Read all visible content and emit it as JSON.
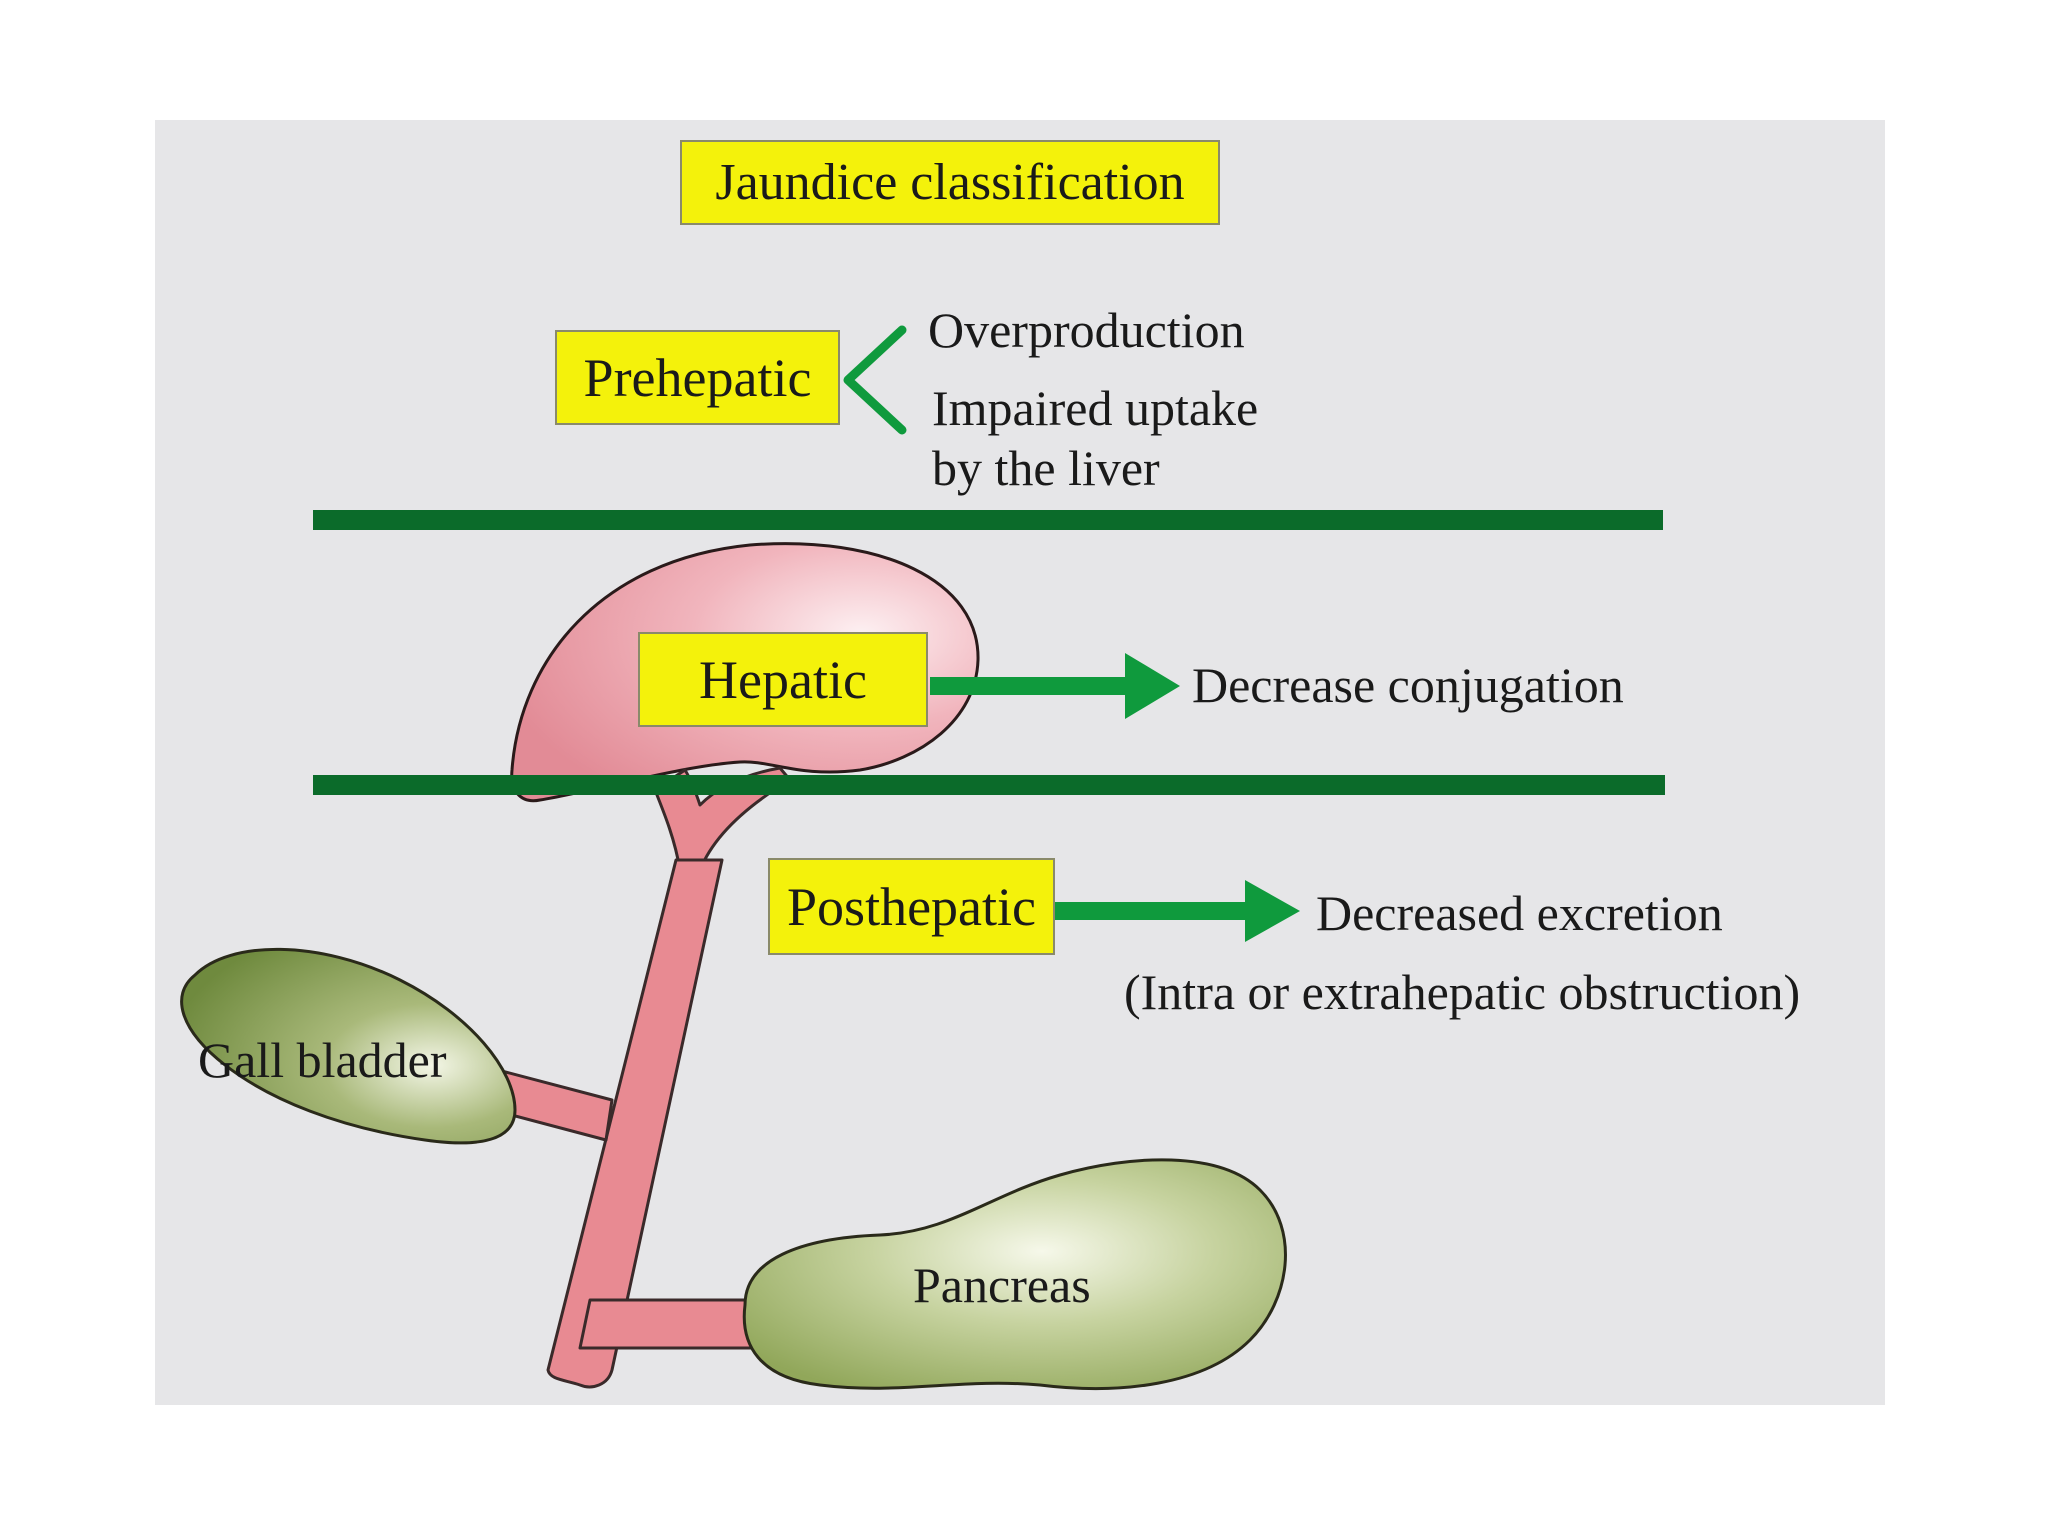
{
  "title": "Jaundice classification",
  "colors": {
    "box_fill": "#f4f20b",
    "divider": "#0b6b2a",
    "arrow": "#0f9a3d",
    "organ_pink": "#e88a92",
    "organ_green": "#93a45e",
    "panel_bg": "#e6e6e8"
  },
  "categories": {
    "prehepatic": {
      "label": "Prehepatic",
      "causes": [
        "Overproduction",
        "Impaired uptake",
        "by the liver"
      ]
    },
    "hepatic": {
      "label": "Hepatic",
      "cause": "Decrease conjugation"
    },
    "posthepatic": {
      "label": "Posthepatic",
      "cause": "Decreased excretion",
      "note": "(Intra or extrahepatic obstruction)"
    }
  },
  "organs": {
    "gall_bladder": "Gall bladder",
    "pancreas": "Pancreas"
  }
}
